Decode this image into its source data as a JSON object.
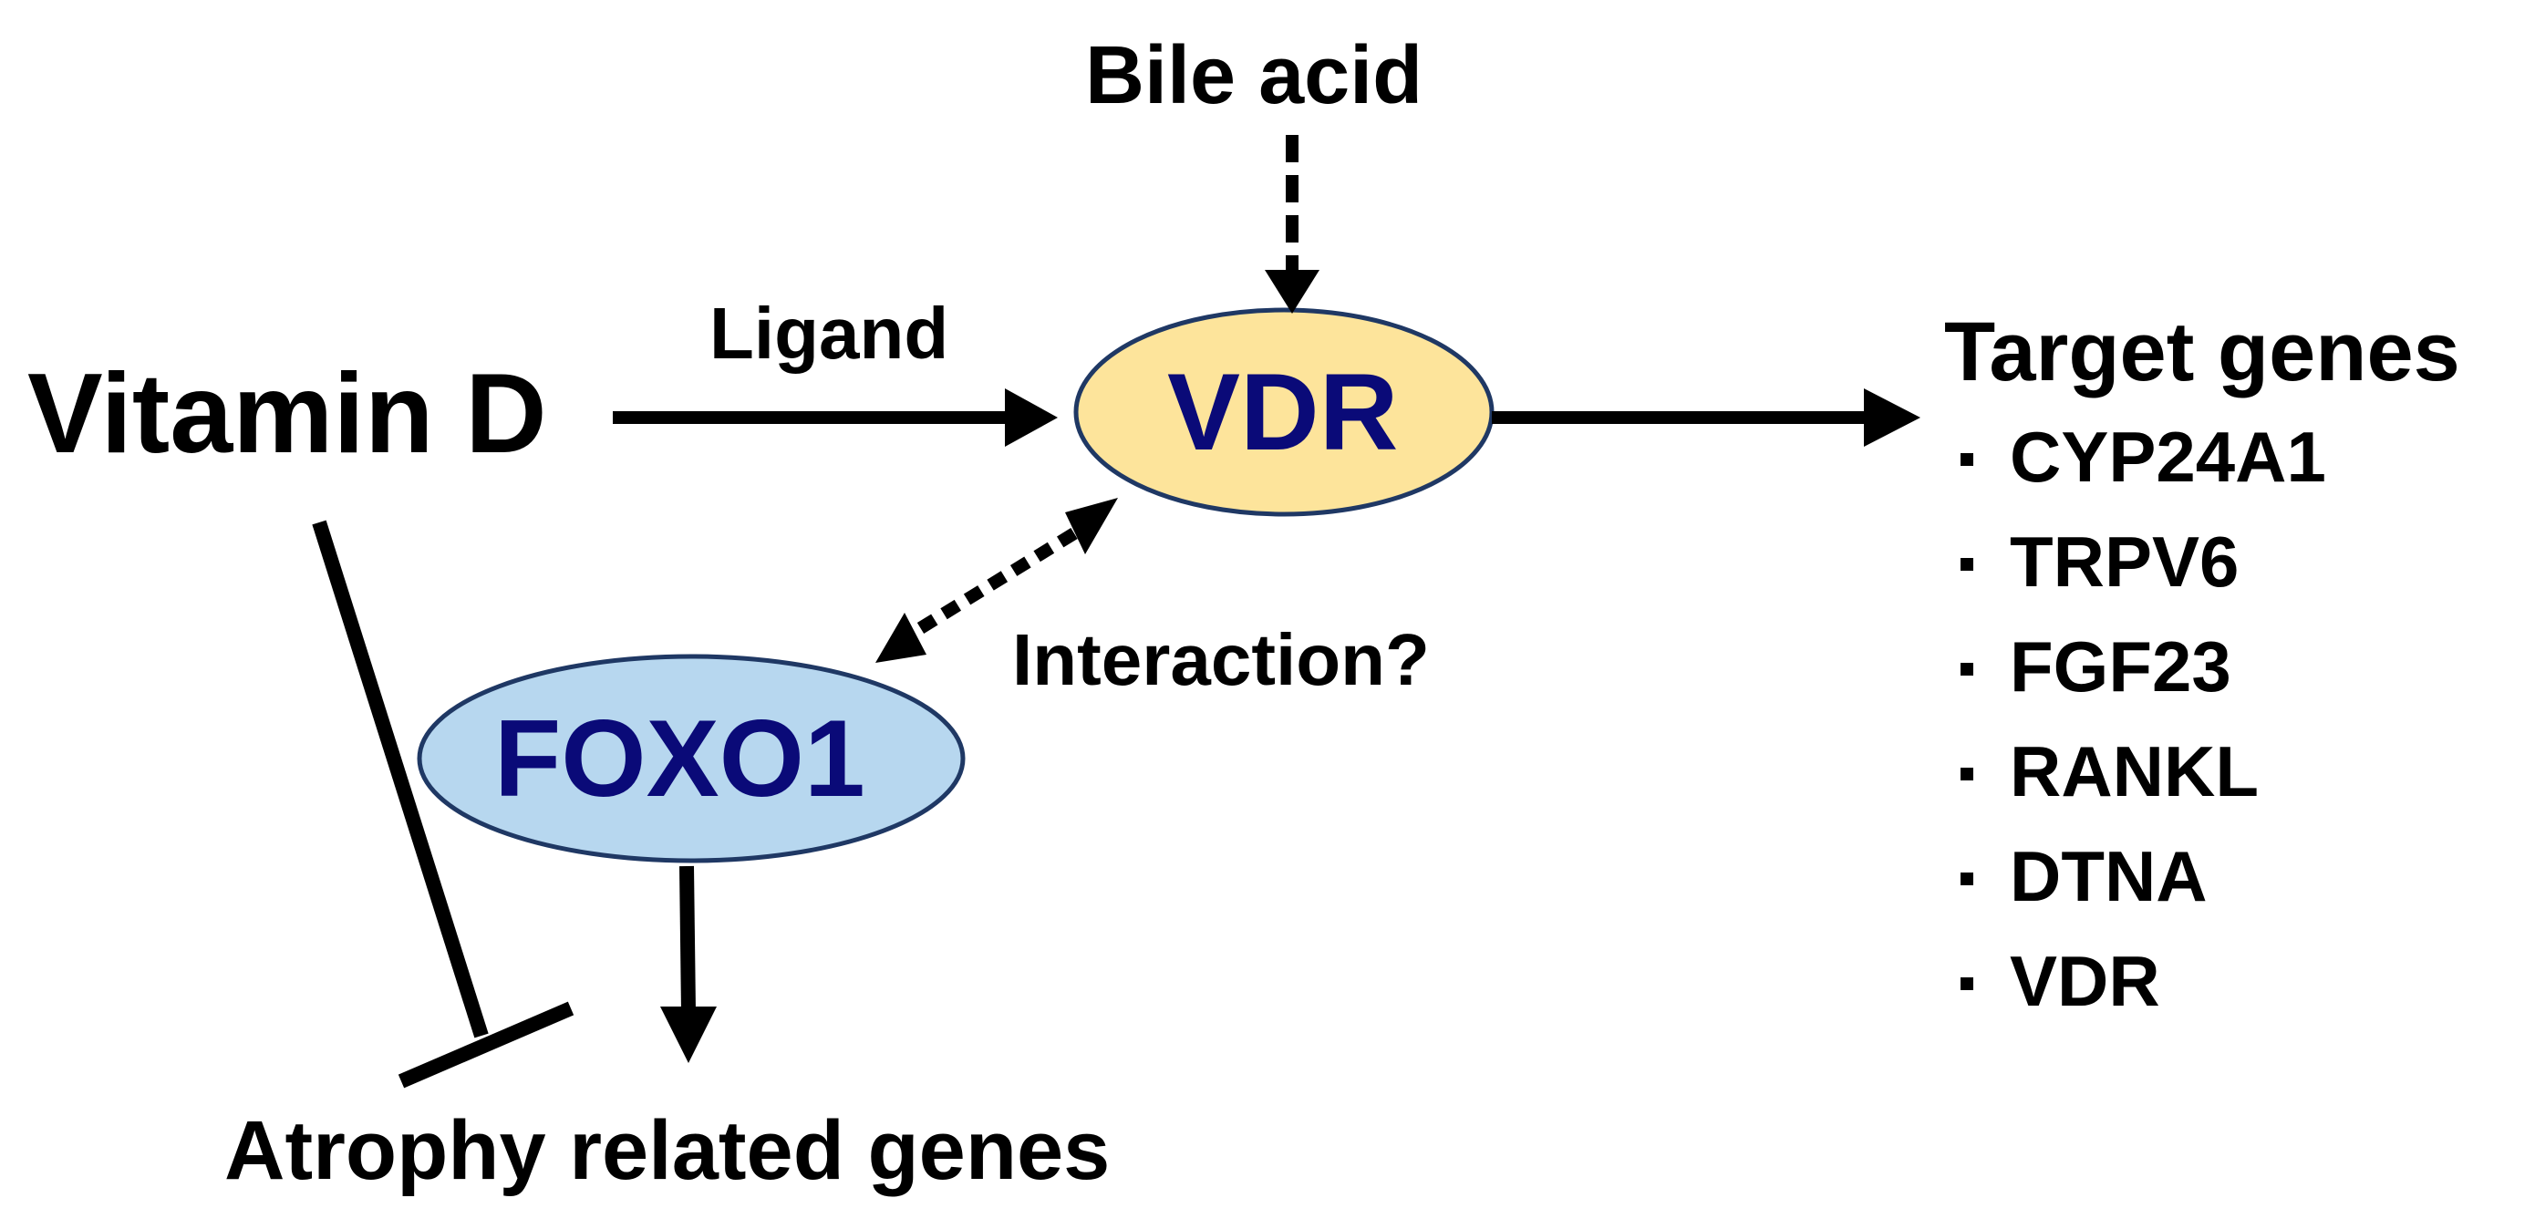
{
  "labels": {
    "bile_acid": "Bile acid",
    "ligand": "Ligand",
    "vitamin_d": "Vitamin D",
    "vdr": "VDR",
    "foxo1": "FOXO1",
    "interaction": "Interaction?",
    "atrophy": "Atrophy related genes",
    "target_genes": "Target genes"
  },
  "target_genes": [
    "CYP24A1",
    "TRPV6",
    "FGF23",
    "RANKL",
    "DTNA",
    "VDR"
  ],
  "colors": {
    "vdr_fill": "#fde49b",
    "foxo1_fill": "#b7d7ef",
    "node_stroke": "#1f3864",
    "node_text": "#0a0a78",
    "line": "#000000"
  }
}
